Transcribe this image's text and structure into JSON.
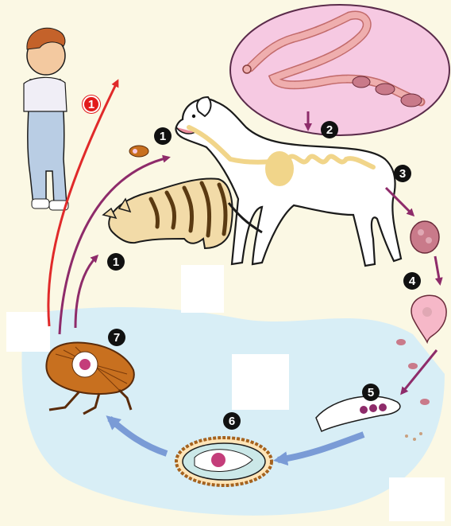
{
  "diagram": {
    "subject": "flea-tapeworm-life-cycle",
    "steps": [
      {
        "id": "1a",
        "label": "1",
        "style": "red"
      },
      {
        "id": "1b",
        "label": "1",
        "style": "dark"
      },
      {
        "id": "1c",
        "label": "1",
        "style": "dark"
      },
      {
        "id": "2",
        "label": "2",
        "style": "dark"
      },
      {
        "id": "3",
        "label": "3",
        "style": "dark"
      },
      {
        "id": "4",
        "label": "4",
        "style": "dark"
      },
      {
        "id": "5",
        "label": "5",
        "style": "dark"
      },
      {
        "id": "6",
        "label": "6",
        "style": "dark"
      },
      {
        "id": "7",
        "label": "7",
        "style": "dark"
      }
    ],
    "colors": {
      "background": "#fbf8e4",
      "water_band": "#d8eef6",
      "arrow_purple": "#8e2b6a",
      "arrow_red": "#e02a2a",
      "arrow_blue": "#7a9bd6",
      "worm": "#efaeae",
      "worm_inset": "#f6c9e2",
      "digestive_tract": "#f1d58a",
      "flea": "#c8701f",
      "cat_stripes": "#5a3a12"
    }
  }
}
